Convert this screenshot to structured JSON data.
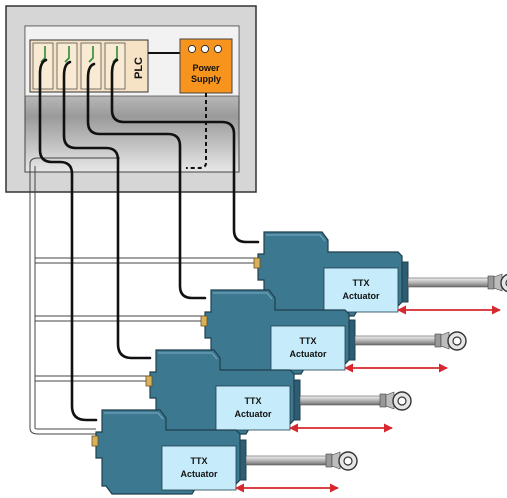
{
  "plc": {
    "label": "PLC",
    "slot_count": 4
  },
  "power_supply": {
    "line1": "Power",
    "line2": "Supply",
    "terminal_count": 3
  },
  "actuators": [
    {
      "line1": "TTX",
      "line2": "Actuator"
    },
    {
      "line1": "TTX",
      "line2": "Actuator"
    },
    {
      "line1": "TTX",
      "line2": "Actuator"
    },
    {
      "line1": "TTX",
      "line2": "Actuator"
    }
  ],
  "colors": {
    "enclosure": "#d8d8d8",
    "plc": "#f6e2c4",
    "power_supply": "#f7941d",
    "actuator_body": "#3d7891",
    "actuator_label_panel": "#c6ecfb",
    "motion_arrow": "#d7282f",
    "cable": "#111111",
    "slot_trace": "#2e8b3a"
  }
}
